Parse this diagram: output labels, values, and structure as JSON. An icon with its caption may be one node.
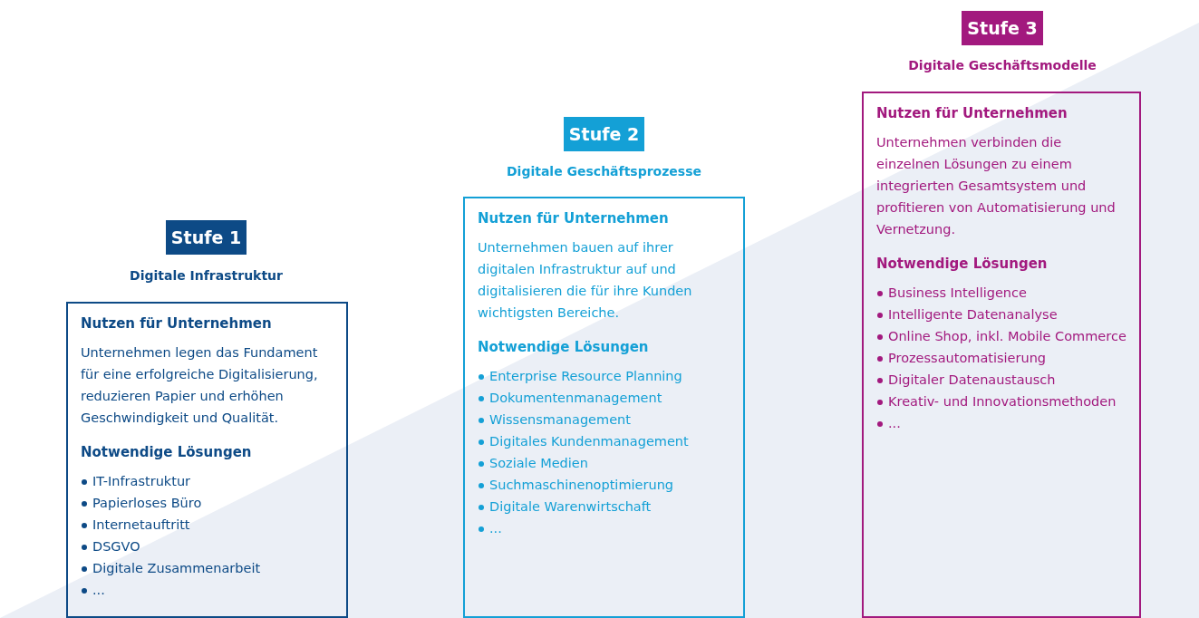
{
  "diagram": {
    "nodes": [
      {
        "text": [
          "Stufe 1"
        ],
        "beside": [
          "Digitale Infrastruktur"
        ]
      },
      {
        "text": [
          "Nutzen für Unternehmen",
          "Unternehmen legen das Fundament für eine erfolgreiche Digitalisierung, reduzieren Papier und erhöhen Geschwindigkeit und Qualität.",
          "Notwendige Lösungen",
          "IT-Infrastruktur",
          "Papierloses Büro",
          "Internetauftritt",
          "DSGVO",
          "Digitale Zusammenarbeit",
          "..."
        ]
      },
      {
        "text": [
          "Stufe 2"
        ],
        "beside": [
          "Digitale Geschäftsprozesse"
        ]
      },
      {
        "text": [
          "Nutzen für Unternehmen",
          "Unternehmen bauen auf ihrer digitalen Infrastruktur auf und digitalisieren die für ihre Kunden wichtigsten Bereiche.",
          "Notwendige Lösungen",
          "Enterprise Resource Planning",
          "Dokumentenmanagement",
          "Wissensmanagement",
          "Digitales Kundenmanagement",
          "Soziale Medien",
          "Suchmaschinenoptimierung",
          "Digitale Warenwirtschaft",
          "..."
        ]
      },
      {
        "text": [
          "Stufe 3"
        ],
        "beside": [
          "Digitale Geschäftsmodelle"
        ]
      },
      {
        "text": [
          "Nutzen für Unternehmen",
          "Unternehmen verbinden die einzelnen Lösungen zu einem integrierten Gesamtsystem und profitieren von Automatisierung und Vernetzung.",
          "Notwendige Lösungen",
          "Business Intelligence",
          "Intelligente Datenanalyse",
          "Online Shop, inkl. Mobile Commerce",
          "Prozessautomatisierung",
          "Digitaler Datenaustausch",
          "Kreativ- und Innovationsmethoden",
          "..."
        ]
      }
    ]
  }
}
